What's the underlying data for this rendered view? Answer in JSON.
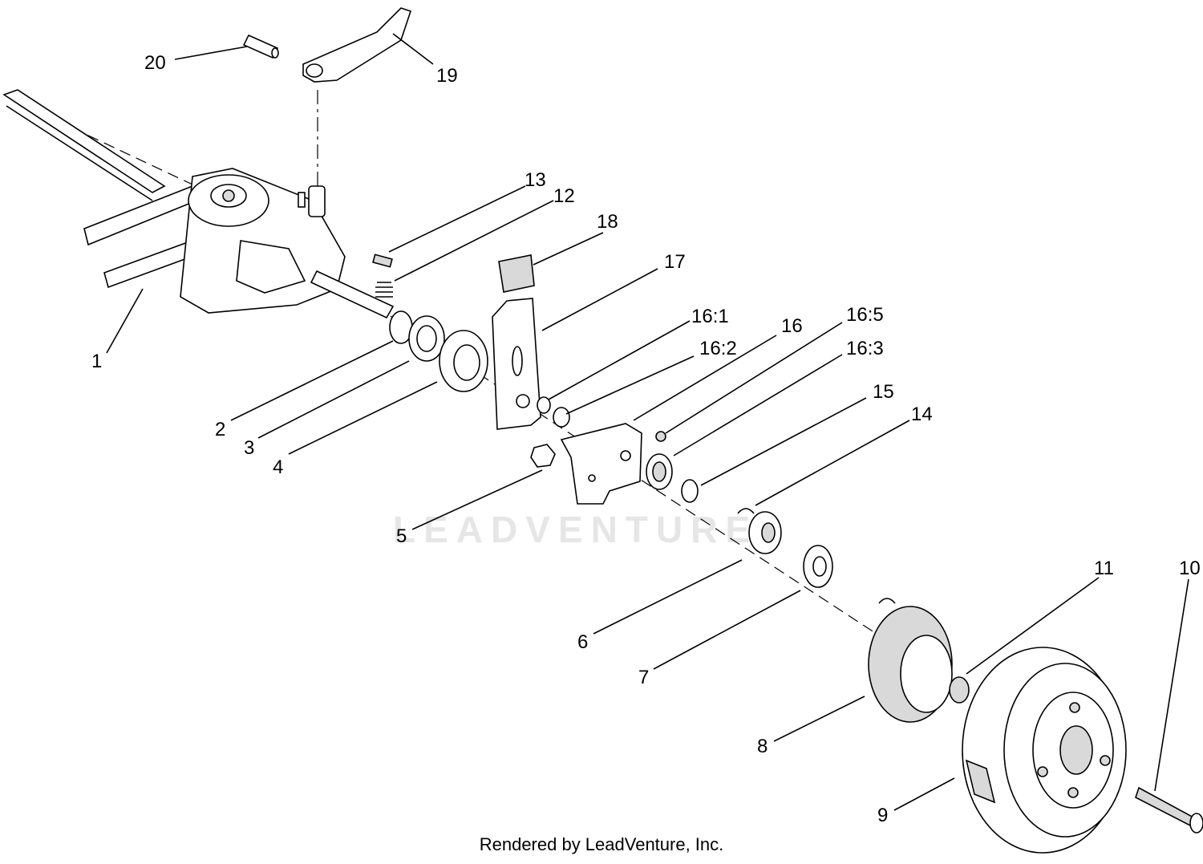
{
  "watermark": "LEADVENTURE",
  "footer": "Rendered by LeadVenture, Inc.",
  "callouts": [
    {
      "id": "1",
      "label": "1"
    },
    {
      "id": "2",
      "label": "2"
    },
    {
      "id": "3",
      "label": "3"
    },
    {
      "id": "4",
      "label": "4"
    },
    {
      "id": "5",
      "label": "5"
    },
    {
      "id": "6",
      "label": "6"
    },
    {
      "id": "7",
      "label": "7"
    },
    {
      "id": "8",
      "label": "8"
    },
    {
      "id": "9",
      "label": "9"
    },
    {
      "id": "10",
      "label": "10"
    },
    {
      "id": "11",
      "label": "11"
    },
    {
      "id": "12",
      "label": "12"
    },
    {
      "id": "13",
      "label": "13"
    },
    {
      "id": "14",
      "label": "14"
    },
    {
      "id": "15",
      "label": "15"
    },
    {
      "id": "16",
      "label": "16"
    },
    {
      "id": "16-1",
      "label": "16:1"
    },
    {
      "id": "16-2",
      "label": "16:2"
    },
    {
      "id": "16-3",
      "label": "16:3"
    },
    {
      "id": "16-5",
      "label": "16:5"
    },
    {
      "id": "17",
      "label": "17"
    },
    {
      "id": "18",
      "label": "18"
    },
    {
      "id": "19",
      "label": "19"
    },
    {
      "id": "20",
      "label": "20"
    }
  ]
}
